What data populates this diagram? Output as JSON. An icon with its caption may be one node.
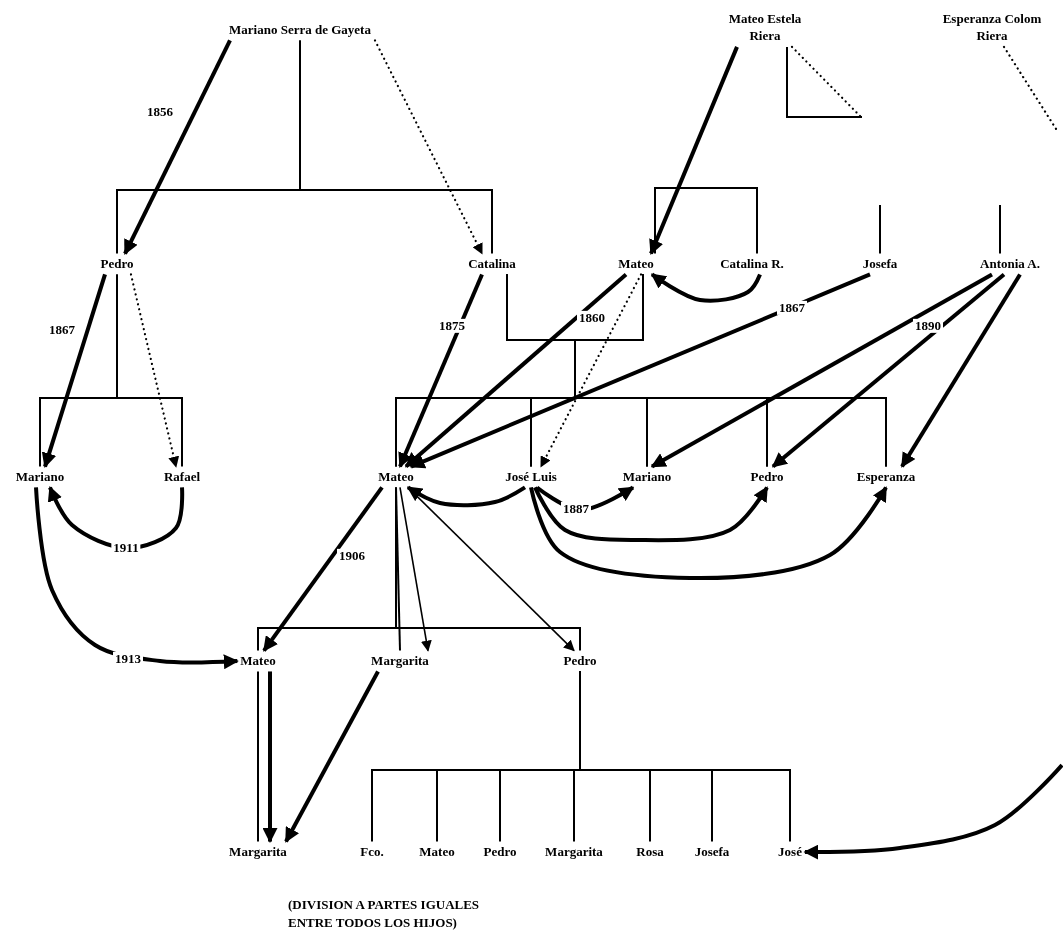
{
  "diagram": {
    "nodes": [
      {
        "text": [
          "Mariano Serra de Gayeta"
        ]
      },
      {
        "text": [
          "Mateo Estela Riera"
        ]
      },
      {
        "text": [
          "Esperanza Colom Riera"
        ]
      },
      {
        "text": [
          "Pedro"
        ]
      },
      {
        "text": [
          "Catalina"
        ]
      },
      {
        "text": [
          "Mateo"
        ]
      },
      {
        "text": [
          "Catalina R."
        ]
      },
      {
        "text": [
          "Josefa"
        ]
      },
      {
        "text": [
          "Antonia A."
        ]
      },
      {
        "text": [
          "Mariano"
        ]
      },
      {
        "text": [
          "Rafael"
        ]
      },
      {
        "text": [
          "Mateo"
        ]
      },
      {
        "text": [
          "José Luis"
        ]
      },
      {
        "text": [
          "Mariano"
        ]
      },
      {
        "text": [
          "Pedro"
        ]
      },
      {
        "text": [
          "Esperanza"
        ]
      },
      {
        "text": [
          "Mateo"
        ]
      },
      {
        "text": [
          "Margarita"
        ]
      },
      {
        "text": [
          "Pedro"
        ]
      },
      {
        "text": [
          "Margarita"
        ]
      },
      {
        "text": [
          "Fco."
        ]
      },
      {
        "text": [
          "Mateo"
        ]
      },
      {
        "text": [
          "Pedro"
        ]
      },
      {
        "text": [
          "Margarita"
        ]
      },
      {
        "text": [
          "Rosa"
        ]
      },
      {
        "text": [
          "Josefa"
        ]
      },
      {
        "text": [
          "José"
        ]
      }
    ],
    "edges": [
      {
        "from": 0,
        "to": 3,
        "arrow": "none"
      },
      {
        "from": 0,
        "to": 4,
        "arrow": "none"
      },
      {
        "from": 3,
        "to": 9,
        "arrow": "none"
      },
      {
        "from": 3,
        "to": 10,
        "arrow": "none"
      },
      {
        "from": 4,
        "to": 11,
        "arrow": "none"
      },
      {
        "from": 4,
        "to": 12,
        "arrow": "none"
      },
      {
        "from": 4,
        "to": 13,
        "arrow": "none"
      },
      {
        "from": 4,
        "to": 14,
        "arrow": "none"
      },
      {
        "from": 4,
        "to": 15,
        "arrow": "none"
      },
      {
        "from": 5,
        "to": 11,
        "arrow": "none"
      },
      {
        "from": 5,
        "to": 12,
        "arrow": "none"
      },
      {
        "from": 5,
        "to": 13,
        "arrow": "none"
      },
      {
        "from": 5,
        "to": 14,
        "arrow": "none"
      },
      {
        "from": 5,
        "to": 15,
        "arrow": "none"
      },
      {
        "from": null,
        "to": 5,
        "arrow": "none"
      },
      {
        "from": null,
        "to": 6,
        "arrow": "none"
      },
      {
        "from": null,
        "to": 7,
        "arrow": "none"
      },
      {
        "from": null,
        "to": 8,
        "arrow": "none"
      },
      {
        "from": 1,
        "to": null,
        "arrow": "none"
      },
      {
        "from": 11,
        "to": 16,
        "arrow": "none"
      },
      {
        "from": 11,
        "to": 17,
        "arrow": "none"
      },
      {
        "from": 11,
        "to": 18,
        "arrow": "none"
      },
      {
        "from": 16,
        "to": 19,
        "arrow": "none"
      },
      {
        "from": 18,
        "to": 20,
        "arrow": "none"
      },
      {
        "from": 18,
        "to": 21,
        "arrow": "none"
      },
      {
        "from": 18,
        "to": 22,
        "arrow": "none"
      },
      {
        "from": 18,
        "to": 23,
        "arrow": "none"
      },
      {
        "from": 18,
        "to": 24,
        "arrow": "none"
      },
      {
        "from": 18,
        "to": 25,
        "arrow": "none"
      },
      {
        "from": 18,
        "to": 26,
        "arrow": "none"
      },
      {
        "from": 0,
        "to": 3,
        "arrow": "to",
        "label": "1856",
        "style": "thick"
      },
      {
        "from": 0,
        "to": 4,
        "arrow": "to",
        "style": "dashed"
      },
      {
        "from": 1,
        "to": 5,
        "arrow": "to",
        "style": "thick"
      },
      {
        "from": 1,
        "to": null,
        "arrow": "none",
        "style": "dashed"
      },
      {
        "from": 2,
        "to": null,
        "arrow": "none",
        "style": "dashed"
      },
      {
        "from": 3,
        "to": 9,
        "arrow": "to",
        "label": "1867",
        "style": "thick"
      },
      {
        "from": 3,
        "to": 10,
        "arrow": "to",
        "style": "dashed"
      },
      {
        "from": 4,
        "to": 11,
        "arrow": "to",
        "label": "1875",
        "style": "thick"
      },
      {
        "from": 5,
        "to": 11,
        "arrow": "to",
        "label": "1860",
        "style": "thick"
      },
      {
        "from": 5,
        "to": 12,
        "arrow": "to",
        "style": "dashed"
      },
      {
        "from": 6,
        "to": 5,
        "arrow": "to",
        "style": "thick"
      },
      {
        "from": 7,
        "to": 11,
        "arrow": "to",
        "label": "1867",
        "style": "thick"
      },
      {
        "from": 8,
        "to": 13,
        "arrow": "to",
        "style": "thick"
      },
      {
        "from": 8,
        "to": 14,
        "arrow": "to",
        "label": "1890",
        "style": "thick"
      },
      {
        "from": 8,
        "to": 15,
        "arrow": "to",
        "style": "thick"
      },
      {
        "from": 10,
        "to": 9,
        "arrow": "to",
        "label": "1911",
        "style": "thick"
      },
      {
        "from": 9,
        "to": 16,
        "arrow": "to",
        "label": "1913",
        "style": "thick"
      },
      {
        "from": 12,
        "to": 11,
        "arrow": "to",
        "style": "thick"
      },
      {
        "from": 12,
        "to": 13,
        "arrow": "to",
        "label": "1887",
        "style": "thick"
      },
      {
        "from": 12,
        "to": 14,
        "arrow": "to",
        "style": "thick"
      },
      {
        "from": 12,
        "to": 15,
        "arrow": "to",
        "style": "thick"
      },
      {
        "from": 11,
        "to": 16,
        "arrow": "to",
        "label": "1906",
        "style": "thick"
      },
      {
        "from": 11,
        "to": 17,
        "arrow": "to"
      },
      {
        "from": 11,
        "to": 18,
        "arrow": "to"
      },
      {
        "from": 16,
        "to": 19,
        "arrow": "to",
        "style": "thick"
      },
      {
        "from": 17,
        "to": 19,
        "arrow": "to",
        "style": "thick"
      },
      {
        "from": null,
        "to": 26,
        "arrow": "to",
        "style": "thick"
      }
    ],
    "labels": [
      "(DIVISION A PARTES IGUALES ENTRE TODOS LOS HIJOS)"
    ]
  }
}
